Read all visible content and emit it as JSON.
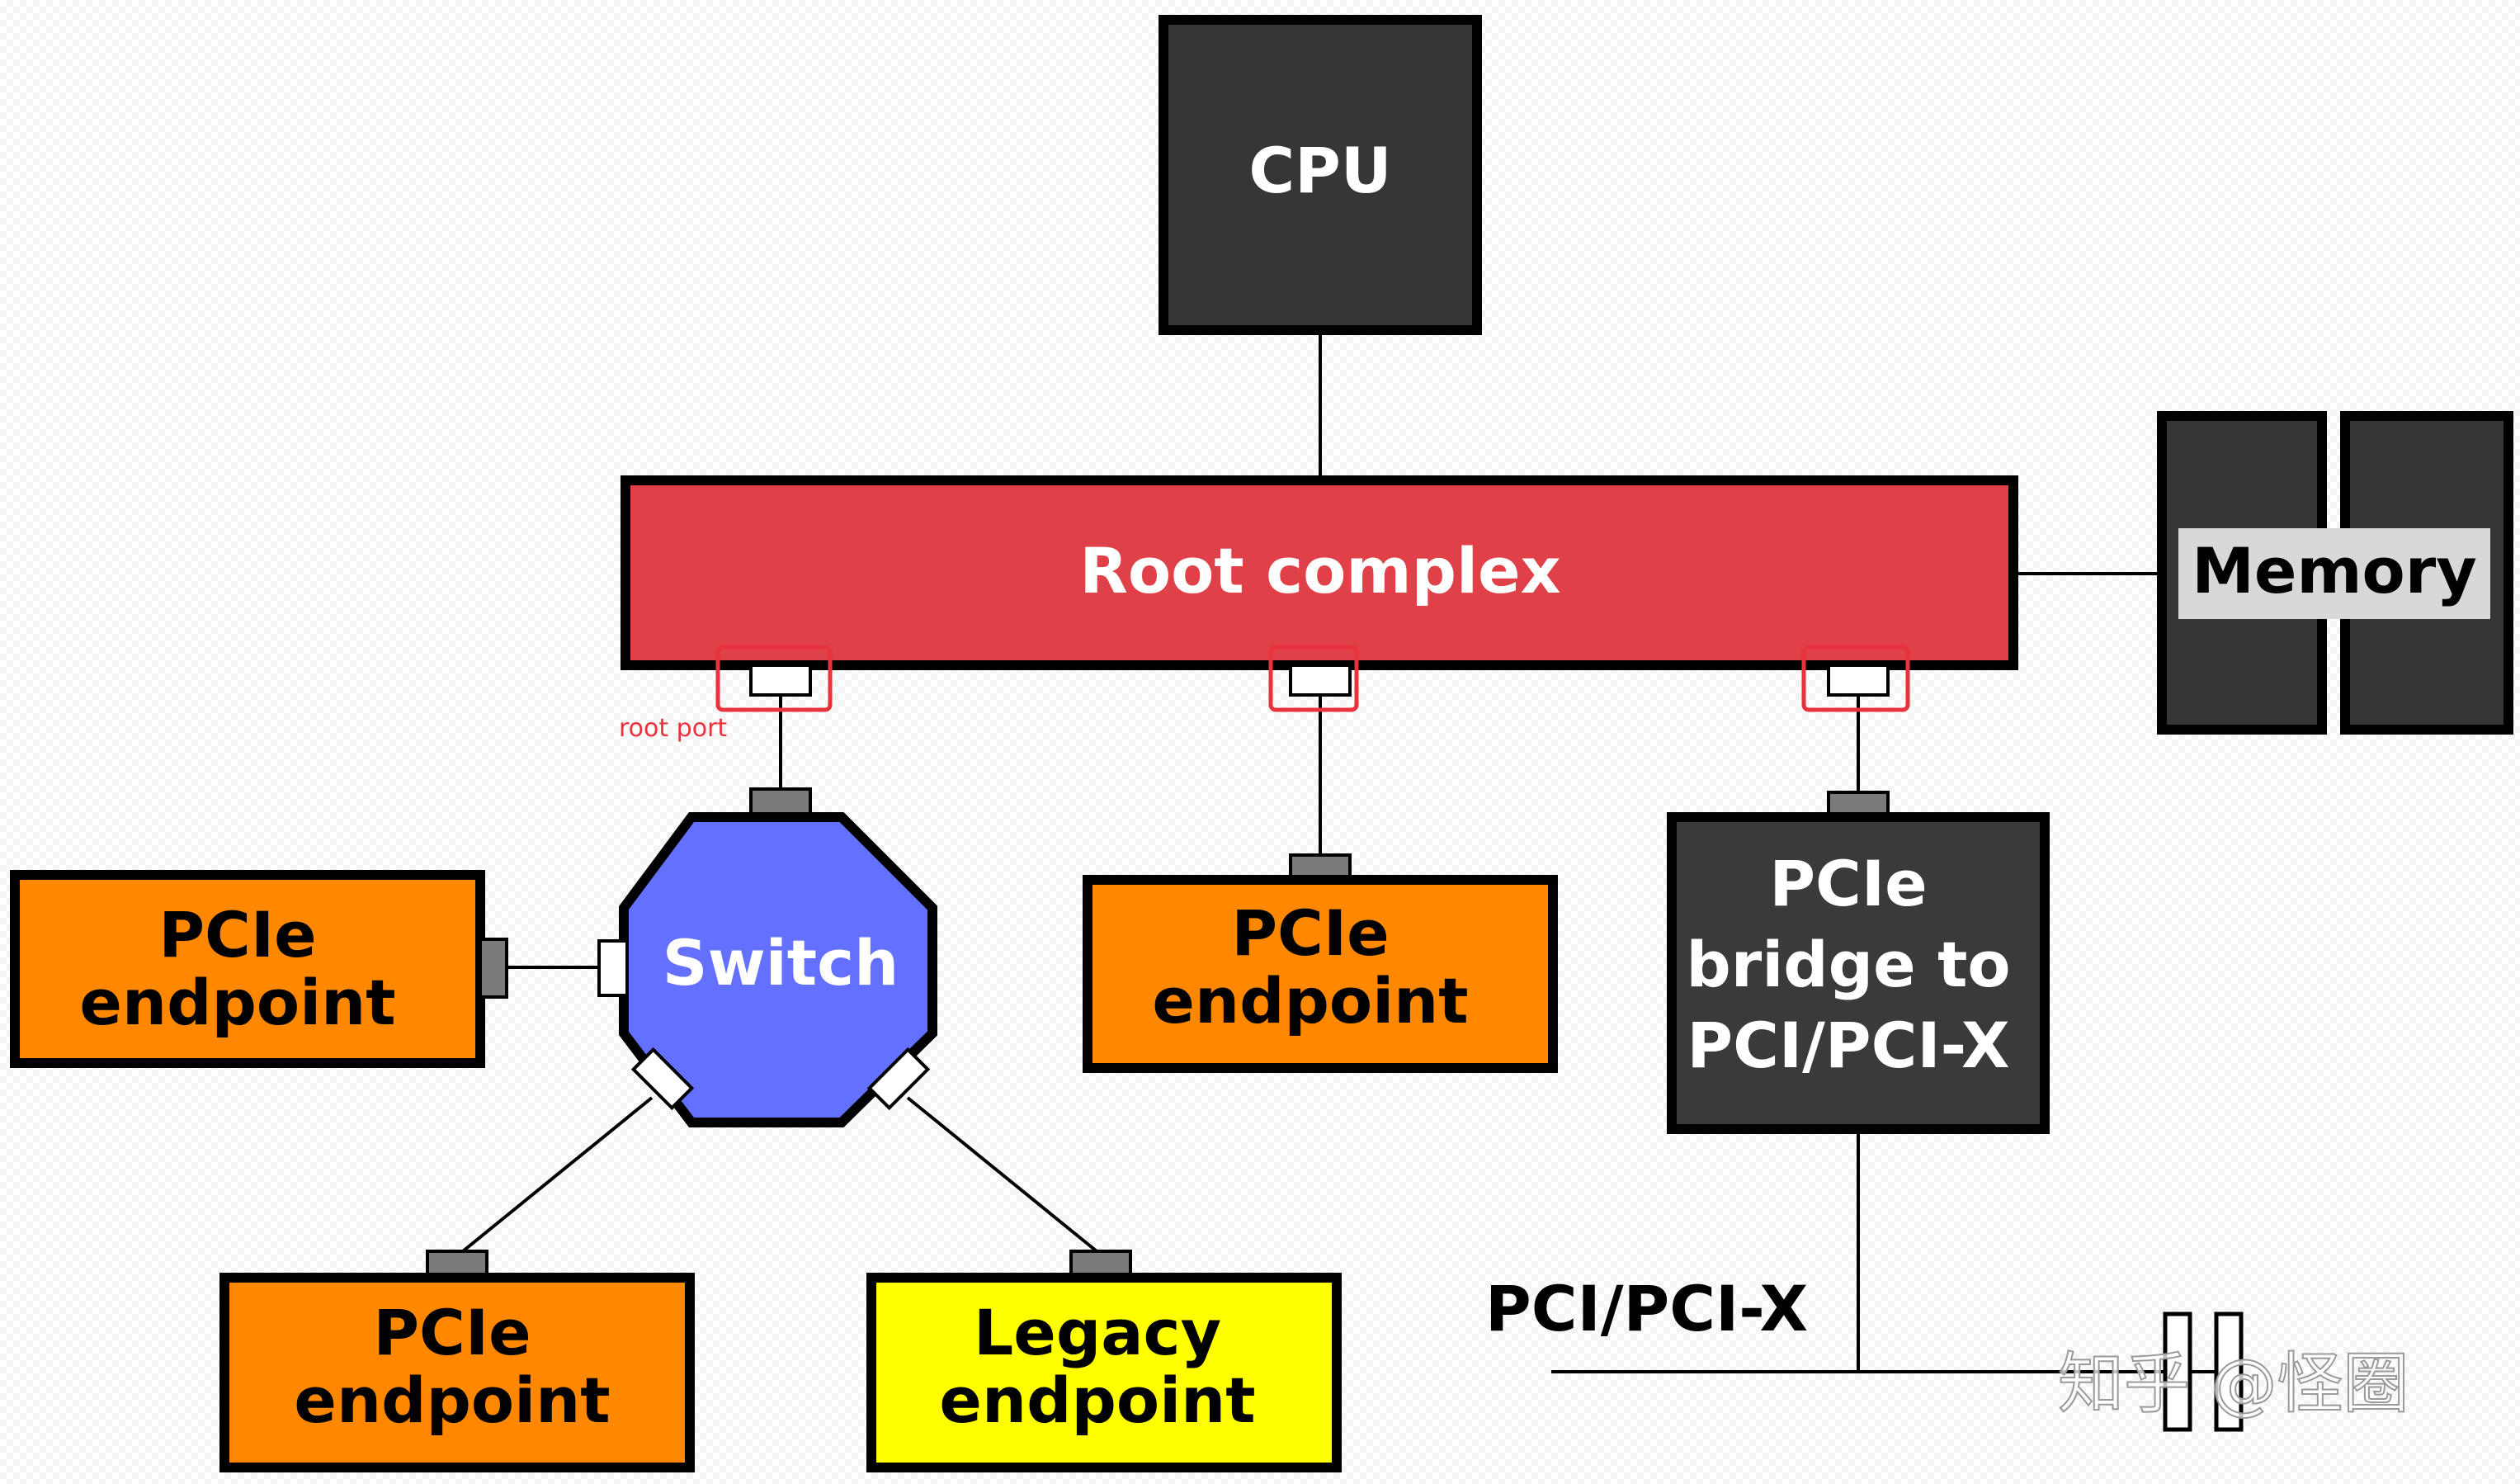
{
  "cpu": {
    "label": "CPU"
  },
  "root_complex": {
    "label": "Root complex"
  },
  "memory": {
    "label": "Memory"
  },
  "root_port_label": "root port",
  "switch": {
    "label": "Switch"
  },
  "endpoints": [
    {
      "line1": "PCIe",
      "line2": "endpoint"
    },
    {
      "line1": "PCIe",
      "line2": "endpoint"
    },
    {
      "line1": "PCIe",
      "line2": "endpoint"
    },
    {
      "line1": "Legacy",
      "line2": "endpoint"
    }
  ],
  "bridge": {
    "line1": "PCIe",
    "line2": "bridge to",
    "line3": "PCI/PCI-X"
  },
  "bus": {
    "label": "PCI/PCI-X"
  },
  "watermark": "知乎 @怪圈",
  "colors": {
    "cpu": "#363636",
    "root_complex": "#e04047",
    "switch": "#6470ff",
    "pcie_endpoint": "#ff8800",
    "legacy_endpoint": "#ffff00",
    "bridge": "#3a3a3a",
    "root_port_highlight": "#e8323c",
    "port": "#7a7a7a"
  }
}
